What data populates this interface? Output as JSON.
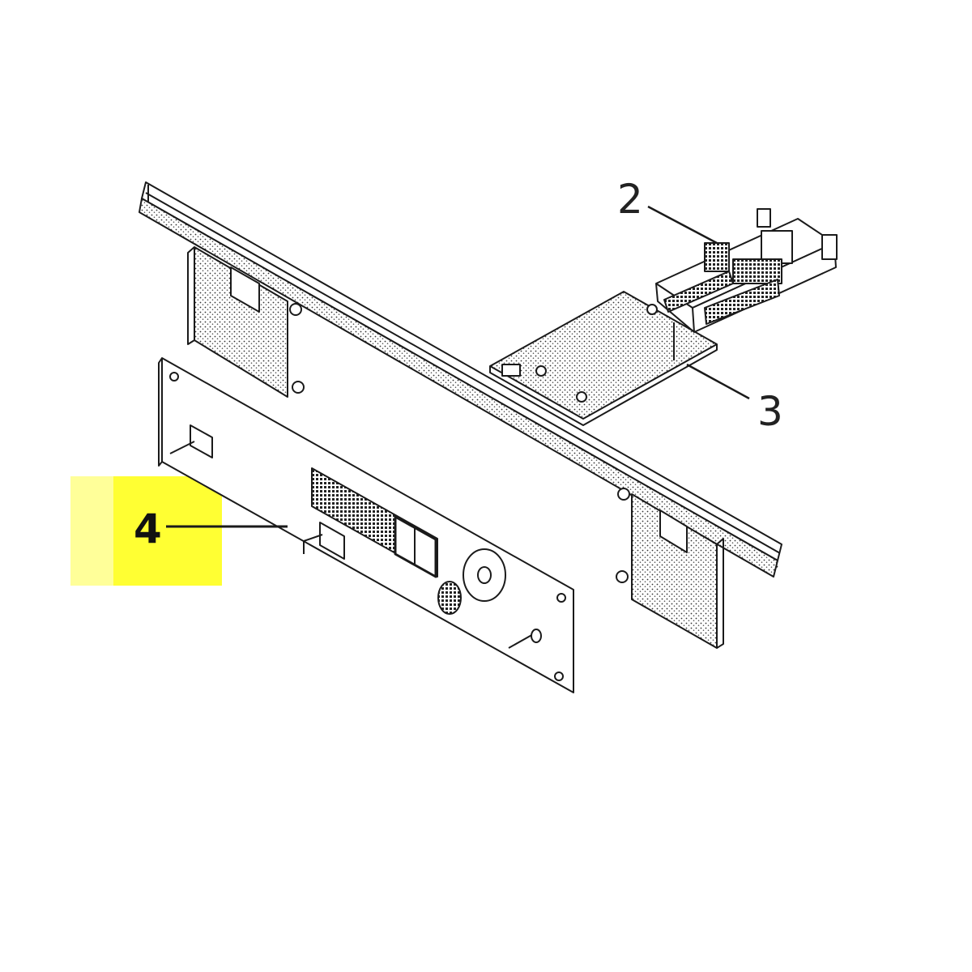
{
  "callouts": [
    {
      "label": "2"
    },
    {
      "label": "3"
    },
    {
      "label": "4"
    }
  ],
  "colors": {
    "line": "#1a1a1a",
    "highlight": "#ffff33",
    "highlight_fade": "#ffff99"
  }
}
